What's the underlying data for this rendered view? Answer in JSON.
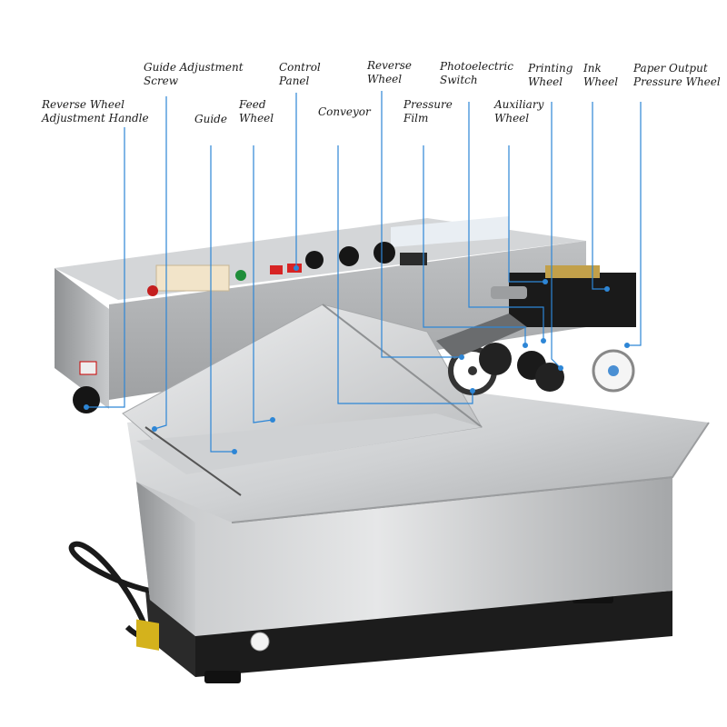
{
  "callouts": {
    "reverse_wheel_adjustment_handle": "Reverse Wheel\nAdjustment Handle",
    "guide_adjustment_screw": "Guide Adjustment\nScrew",
    "guide": "Guide",
    "feed_wheel": "Feed\nWheel",
    "control_panel": "Control\nPanel",
    "conveyor": "Conveyor",
    "reverse_wheel": "Reverse\nWheel",
    "pressure_film": "Pressure\nFilm",
    "photoelectric_switch": "Photoelectric\nSwitch",
    "auxiliary_wheel": "Auxiliary\nWheel",
    "printing_wheel": "Printing\nWheel",
    "ink_wheel": "Ink\nWheel",
    "paper_output_pressure_wheel": "Paper Output\nPressure Wheel"
  },
  "colors": {
    "leader_line": "#2d86d6",
    "steel_light": "#d9dadb",
    "steel_mid": "#b6b8ba",
    "steel_dark": "#8a8c8f",
    "base_black": "#1c1c1c"
  }
}
